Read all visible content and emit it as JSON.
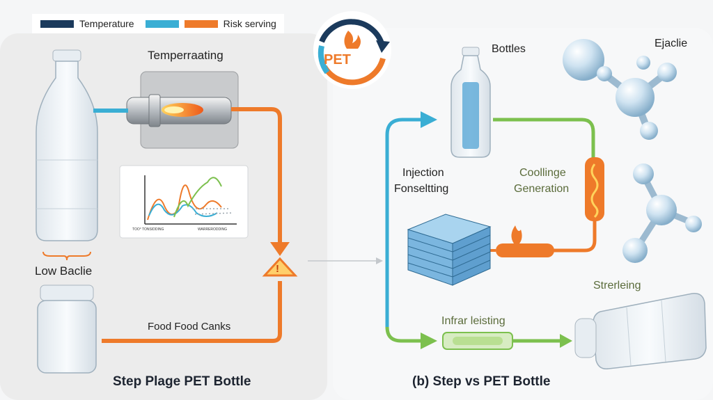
{
  "legend": {
    "items": [
      {
        "label": "Temperature",
        "color": "#1b3a5c"
      },
      {
        "label": "",
        "color": "#3aaed4"
      },
      {
        "label": "Risk serving",
        "color": "#ee7a2a"
      }
    ]
  },
  "logo": {
    "text": "PET"
  },
  "left": {
    "heater_label": "Temperraating",
    "graph_label_left": "TOO° TONSIDDING",
    "graph_label_right": "WARRERODDING",
    "bottle_label": "Low Baclie",
    "jar_label": "Food Food Canks",
    "title": "Step Plage PET Bottle",
    "warning_symbol": "!"
  },
  "right": {
    "bottles_label": "Bottles",
    "molecule_label": "Ejaclie",
    "injection_label_1": "Injection",
    "injection_label_2": "Fonseltting",
    "cooling_label_1": "Coollinge",
    "cooling_label_2": "Generation",
    "infrared_label": "Infrar leisting",
    "sterile_label": "Strerleing",
    "title": "(b) Step vs  PET Bottle"
  },
  "colors": {
    "orange": "#ee7a2a",
    "blue": "#3aaed4",
    "green": "#7cc04e",
    "navy": "#1b3a5c"
  }
}
